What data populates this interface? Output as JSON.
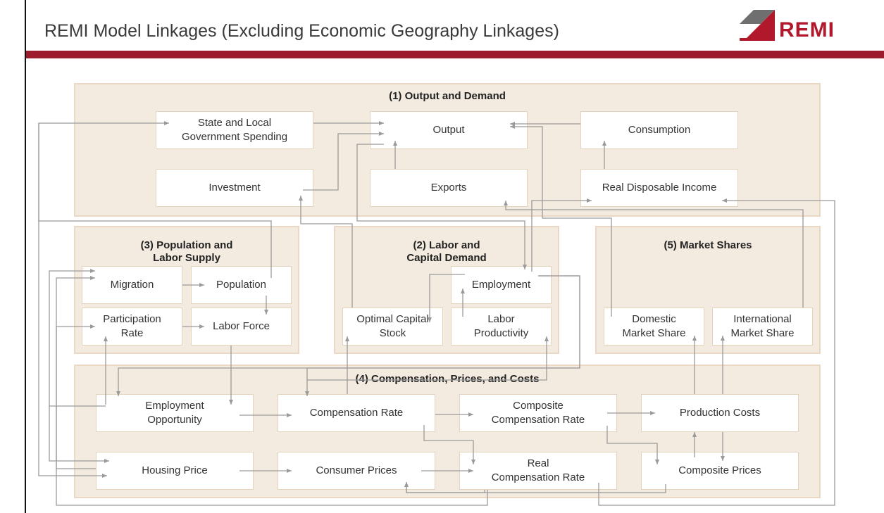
{
  "slide": {
    "title": "REMI Model Linkages (Excluding Economic Geography Linkages)",
    "logo_text": "REMI",
    "brand_color": "#9c1c2e"
  },
  "sections": {
    "output_demand": "(1) Output and Demand",
    "labor_capital": "(2) Labor and\nCapital Demand",
    "population": "(3) Population and\nLabor Supply",
    "compensation": "(4) Compensation, Prices, and Costs",
    "market_shares": "(5) Market Shares"
  },
  "nodes": {
    "state_local_gov": "State and Local\nGovernment Spending",
    "output": "Output",
    "consumption": "Consumption",
    "investment": "Investment",
    "exports": "Exports",
    "real_disposable_income": "Real Disposable Income",
    "migration": "Migration",
    "population": "Population",
    "participation_rate": "Participation\nRate",
    "labor_force": "Labor Force",
    "employment": "Employment",
    "optimal_capital_stock": "Optimal Capital\nStock",
    "labor_productivity": "Labor\nProductivity",
    "domestic_market_share": "Domestic\nMarket Share",
    "international_market_share": "International\nMarket Share",
    "employment_opportunity": "Employment\nOpportunity",
    "compensation_rate": "Compensation Rate",
    "composite_compensation_rate": "Composite\nCompensation Rate",
    "production_costs": "Production Costs",
    "housing_price": "Housing Price",
    "consumer_prices": "Consumer Prices",
    "real_compensation_rate": "Real\nCompensation Rate",
    "composite_prices": "Composite Prices"
  },
  "colors": {
    "section_fill": "#f4ebe0",
    "section_border": "#ead8c5",
    "box_border": "#e4d4bd",
    "connector": "#9a9a9a"
  }
}
